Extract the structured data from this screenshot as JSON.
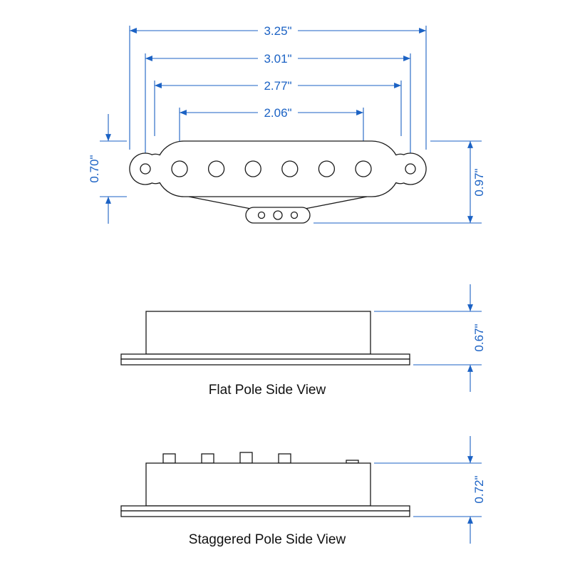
{
  "colors": {
    "dimension": "#1b62c4",
    "line": "#1a1a1a",
    "background": "#ffffff"
  },
  "top_view": {
    "width_overall": "3.25\"",
    "width_mounting_holes": "3.01\"",
    "width_body": "2.77\"",
    "width_pole_span": "2.06\"",
    "height_body": "0.70\"",
    "height_overall": "0.97\""
  },
  "flat_view": {
    "label": "Flat Pole Side View",
    "height": "0.67\""
  },
  "staggered_view": {
    "label": "Staggered Pole Side View",
    "height": "0.72\""
  }
}
